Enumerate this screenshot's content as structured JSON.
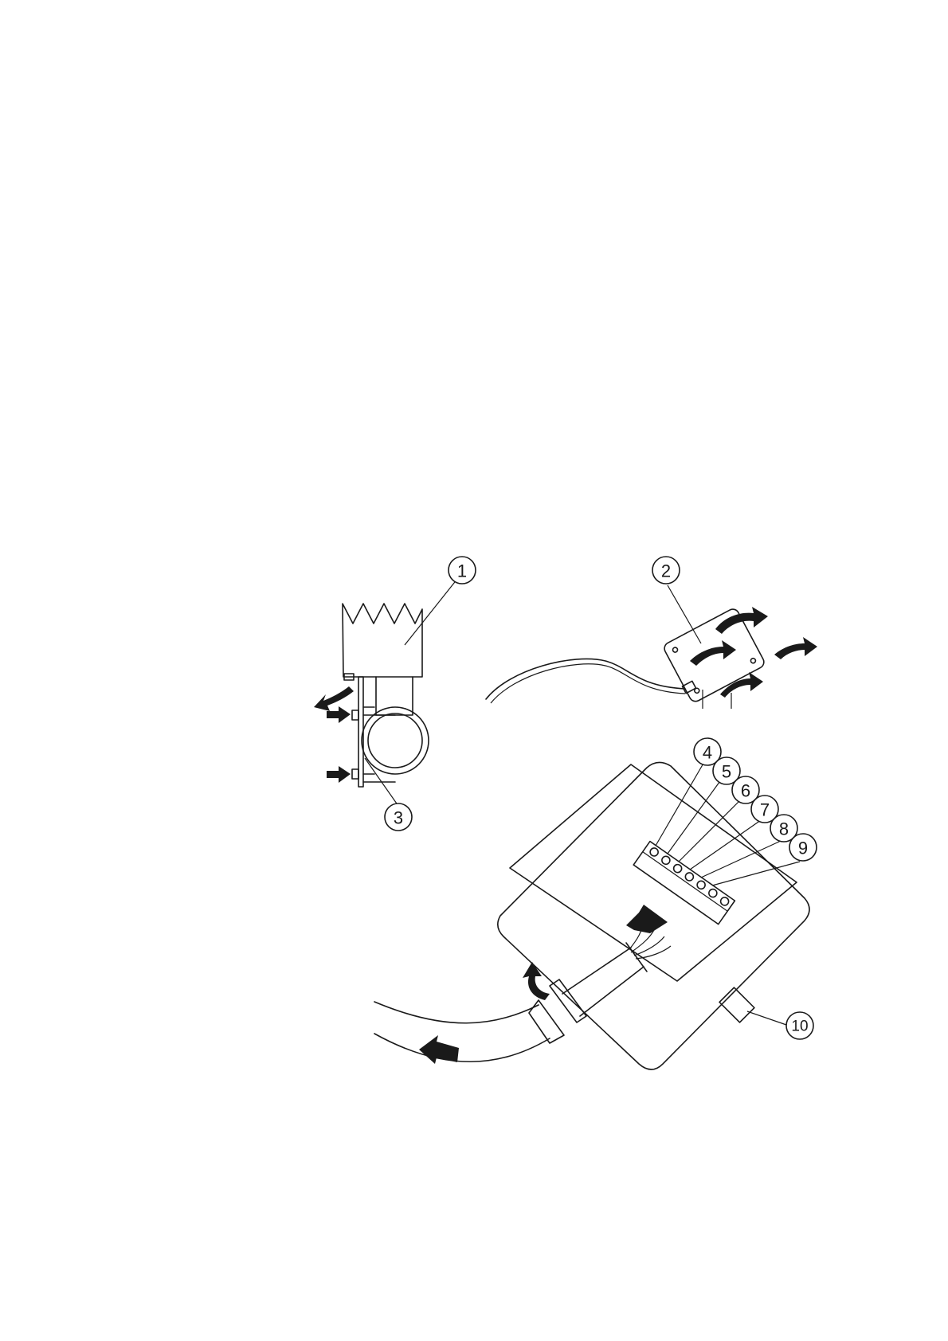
{
  "callouts": [
    {
      "id": "1",
      "label": "1"
    },
    {
      "id": "2",
      "label": "2"
    },
    {
      "id": "3",
      "label": "3"
    },
    {
      "id": "4",
      "label": "4"
    },
    {
      "id": "5",
      "label": "5"
    },
    {
      "id": "6",
      "label": "6"
    },
    {
      "id": "7",
      "label": "7"
    },
    {
      "id": "8",
      "label": "8"
    },
    {
      "id": "9",
      "label": "9"
    },
    {
      "id": "10",
      "label": "10"
    }
  ],
  "colors": {
    "ink": "#1a1a1a",
    "paper": "#ffffff"
  }
}
